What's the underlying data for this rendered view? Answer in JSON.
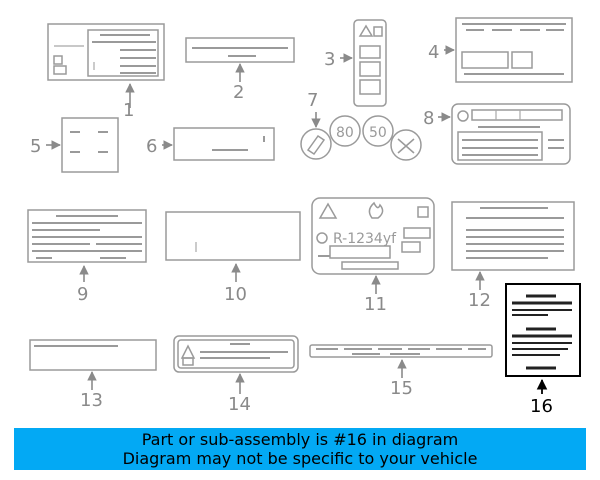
{
  "callouts": [
    "1",
    "2",
    "3",
    "4",
    "5",
    "6",
    "7",
    "8",
    "9",
    "10",
    "11",
    "12",
    "13",
    "14",
    "15",
    "16"
  ],
  "highlighted_callout": "16",
  "label11": {
    "refrigerant": "R-1234yf"
  },
  "label7": {
    "disc_a": "80",
    "disc_b": "50"
  },
  "banner": {
    "line1": "Part or sub-assembly is #16 in diagram",
    "line2": "Diagram may not be specific to your vehicle"
  },
  "colors": {
    "banner": "#03a9f4",
    "part_lines": "#9a9a9a",
    "highlight": "#000000"
  }
}
